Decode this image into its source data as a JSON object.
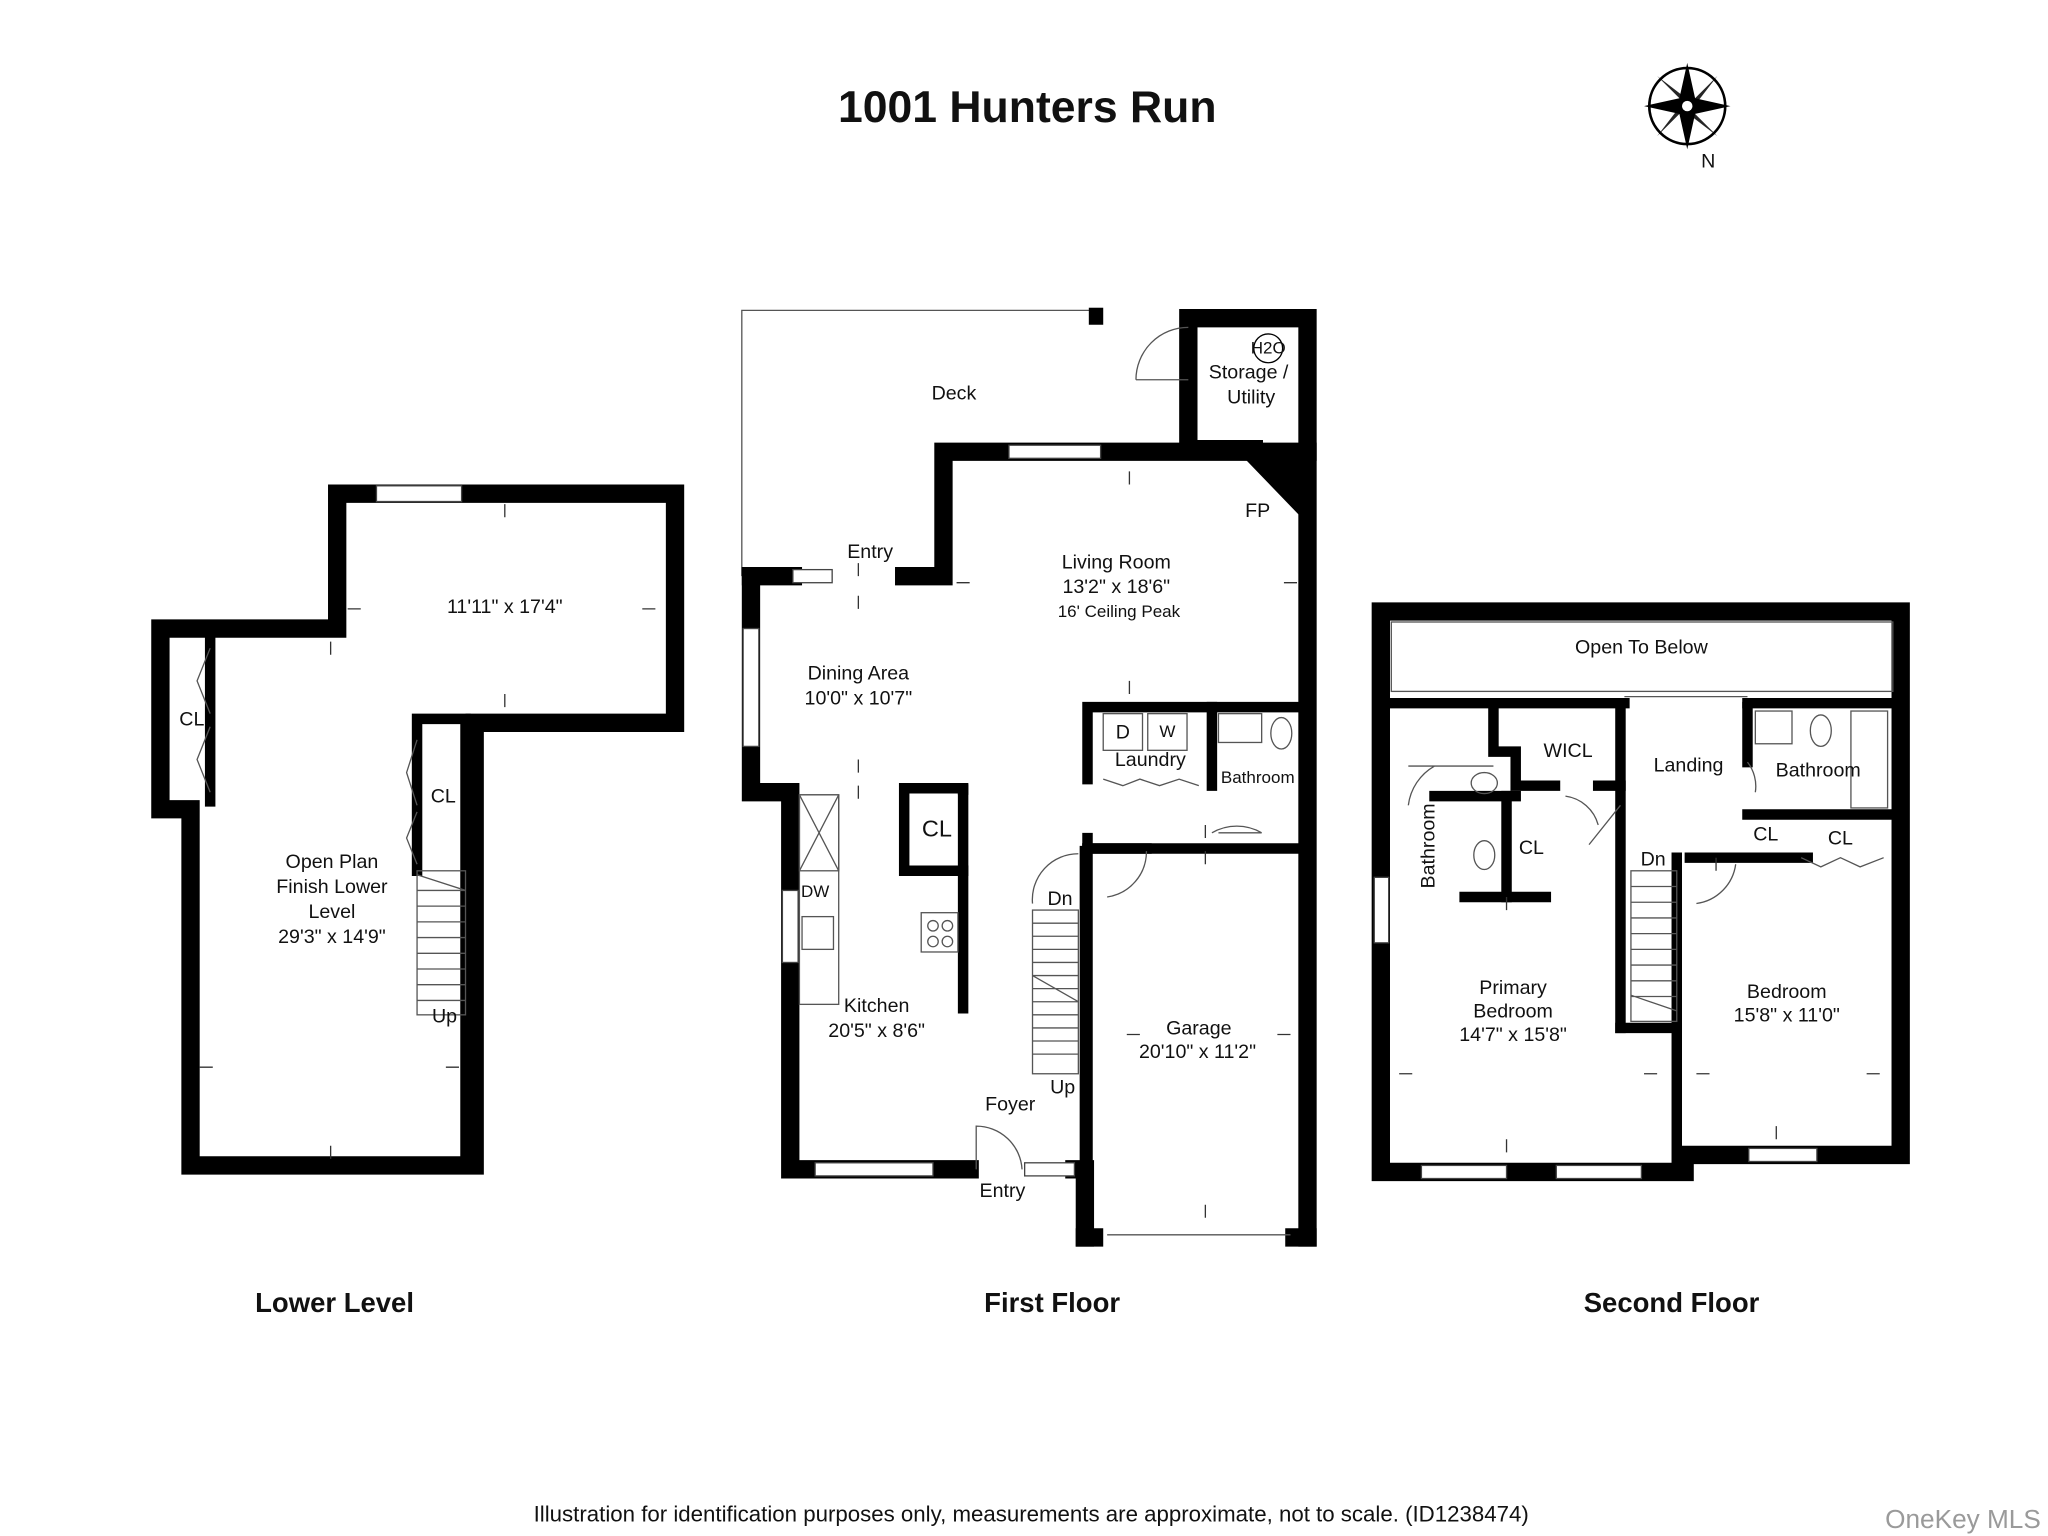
{
  "title": "1001 Hunters Run",
  "compass": {
    "label": "N",
    "icon": "compass-rose-icon"
  },
  "floors": {
    "lower": {
      "name": "Lower Level",
      "rooms": {
        "upper_area_dims": "11'11\" x 17'4\"",
        "cl1": "CL",
        "cl2": "CL",
        "open_plan_1": "Open Plan",
        "open_plan_2": "Finish Lower",
        "open_plan_3": "Level",
        "open_plan_dims": "29'3\" x 14'9\"",
        "up": "Up"
      }
    },
    "first": {
      "name": "First Floor",
      "rooms": {
        "deck": "Deck",
        "storage_1": "Storage /",
        "storage_2": "Utility",
        "h2o": "H2O",
        "fp": "FP",
        "entry_top": "Entry",
        "living": "Living Room",
        "living_dims": "13'2\" x 18'6\"",
        "living_note": "16' Ceiling Peak",
        "dining": "Dining Area",
        "dining_dims": "10'0\" x 10'7\"",
        "laundry": "Laundry",
        "dryer": "D",
        "washer": "W",
        "bathroom": "Bathroom",
        "cl": "CL",
        "dw": "DW",
        "dn": "Dn",
        "kitchen": "Kitchen",
        "kitchen_dims": "20'5\" x 8'6\"",
        "garage": "Garage",
        "garage_dims": "20'10\" x 11'2\"",
        "up": "Up",
        "foyer": "Foyer",
        "entry_bottom": "Entry"
      }
    },
    "second": {
      "name": "Second Floor",
      "rooms": {
        "open_below": "Open To Below",
        "wicl": "WICL",
        "landing": "Landing",
        "bathroom_right": "Bathroom",
        "bathroom_left": "Bathroom",
        "cl1": "CL",
        "cl2": "CL",
        "cl3": "CL",
        "dn": "Dn",
        "primary_1": "Primary",
        "primary_2": "Bedroom",
        "primary_dims": "14'7\" x 15'8\"",
        "bedroom": "Bedroom",
        "bedroom_dims": "15'8\" x 11'0\""
      }
    }
  },
  "footer": {
    "disclaimer": "Illustration for identification purposes only, measurements are approximate, not to scale. (ID1238474)",
    "watermark": "OneKey MLS"
  }
}
